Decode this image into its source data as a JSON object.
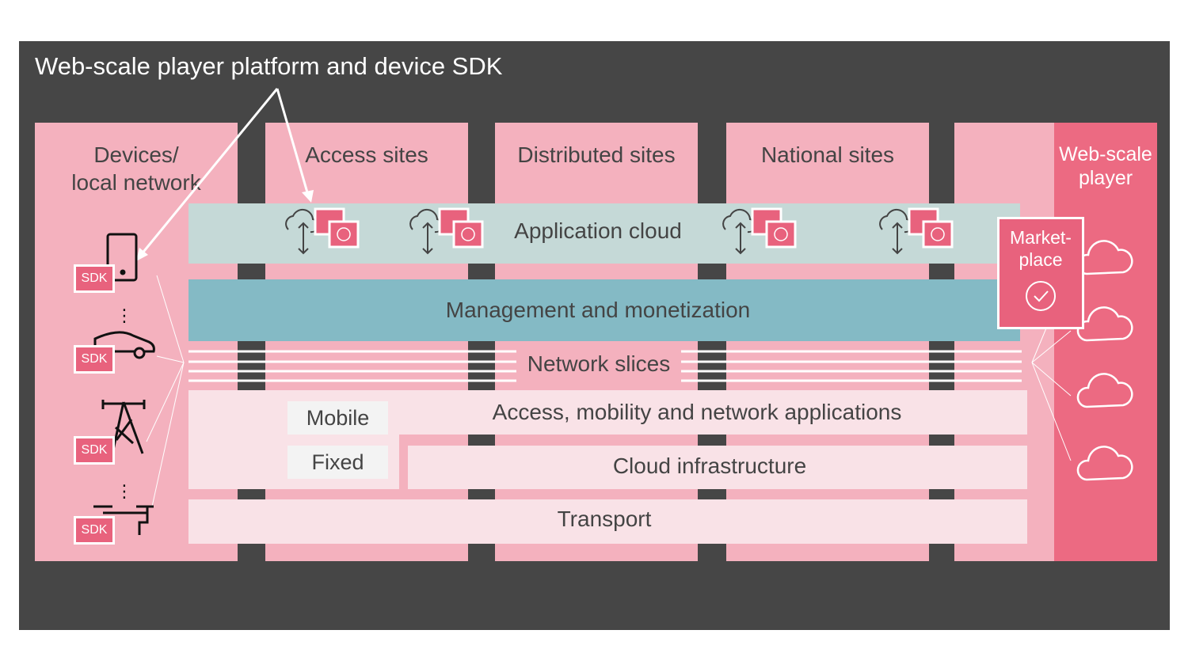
{
  "title": "Web-scale player platform and device SDK",
  "columns": {
    "devices": "Devices/ local network",
    "devices_line1": "Devices/",
    "devices_line2": "local network",
    "access": "Access sites",
    "distributed": "Distributed sites",
    "national": "National sites",
    "webscale_line1": "Web-scale",
    "webscale_line2": "player"
  },
  "layers": {
    "application_cloud": "Application cloud",
    "management": "Management and monetization",
    "network_slices": "Network slices",
    "access_apps": "Access, mobility and network applications",
    "mobile": "Mobile",
    "fixed": "Fixed",
    "cloud_infra": "Cloud infrastructure",
    "transport": "Transport"
  },
  "marketplace": {
    "line1": "Market-",
    "line2": "place"
  },
  "sdk_label": "SDK",
  "ellipsis": "⋮",
  "devices": [
    "phone-icon",
    "car-icon",
    "tower-icon",
    "drone-icon"
  ],
  "colors": {
    "background": "#464646",
    "column_pink": "#f4b1be",
    "accent_pink": "#ec6a82",
    "app_cloud": "#c5d9d7",
    "management": "#84bac5",
    "light_band": "#f9e2e7"
  }
}
